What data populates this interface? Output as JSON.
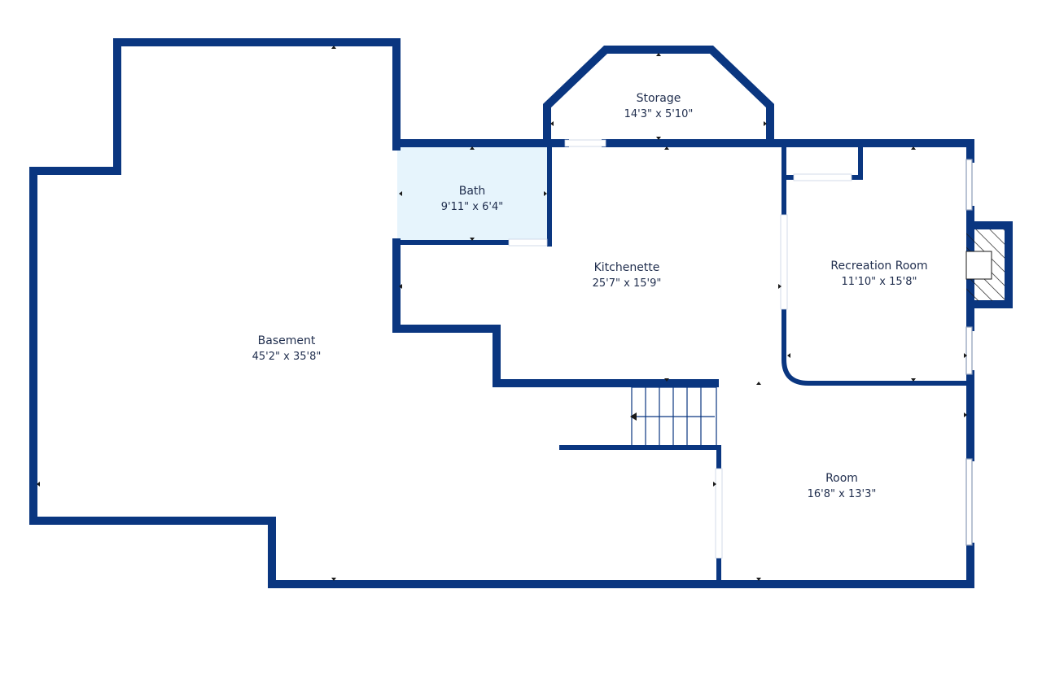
{
  "colors": {
    "wall": "#0a3680",
    "bath_fill": "#e6f4fc",
    "text": "#1f2d4d"
  },
  "rooms": {
    "basement": {
      "name": "Basement",
      "dims": "45'2\" x 35'8\""
    },
    "storage": {
      "name": "Storage",
      "dims": "14'3\" x 5'10\""
    },
    "bath": {
      "name": "Bath",
      "dims": "9'11\" x 6'4\""
    },
    "kitchenette": {
      "name": "Kitchenette",
      "dims": "25'7\" x 15'9\""
    },
    "recreation": {
      "name": "Recreation Room",
      "dims": "11'10\" x 15'8\""
    },
    "room": {
      "name": "Room",
      "dims": "16'8\" x 13'3\""
    }
  }
}
